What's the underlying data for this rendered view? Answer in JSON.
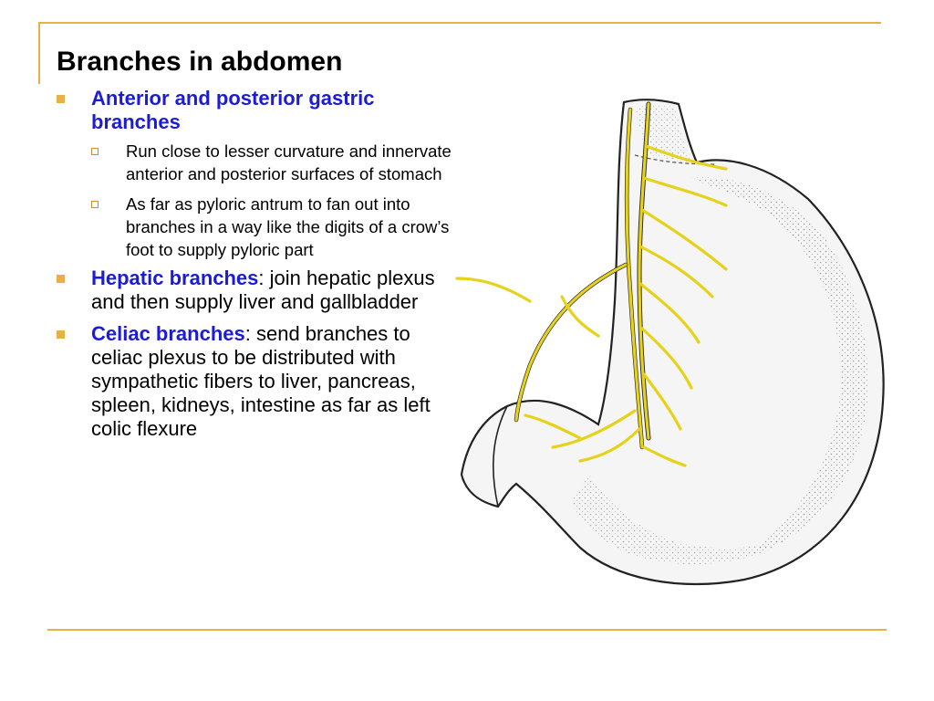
{
  "slide": {
    "title": "Branches in abdomen",
    "bullets": [
      {
        "heading": "Anterior and posterior gastric branches",
        "rest": ""
      },
      {
        "heading": "Hepatic branches",
        "rest": ": join hepatic plexus and then supply liver and gallbladder"
      },
      {
        "heading": "Celiac branches",
        "rest": ": send branches to celiac plexus to be distributed with sympathetic fibers to liver, pancreas, spleen, kidneys, intestine as far as left colic flexure"
      }
    ],
    "subbullets": [
      "Run close to lesser curvature and innervate anterior and posterior surfaces of stomach",
      "As far as pyloric antrum to fan out into branches in a way like the digits of a crow’s foot to supply pyloric part"
    ]
  },
  "colors": {
    "accent": "#e8b04a",
    "heading_blue": "#1c1cd8",
    "nerve_yellow": "#f2e21a"
  },
  "figure": {
    "icon": "stomach-nerve-illustration"
  }
}
